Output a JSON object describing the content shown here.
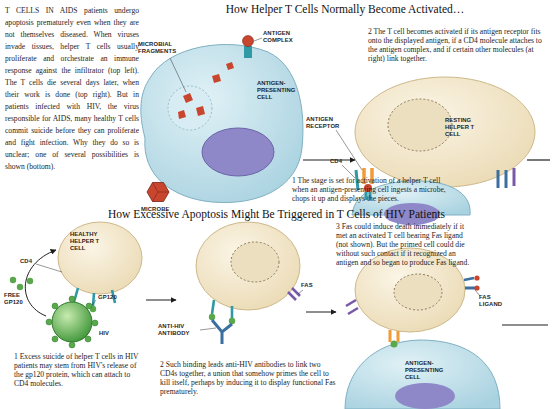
{
  "diagram": {
    "caption": "T CELLS IN AIDS patients undergo apoptosis prematurely even when they are not themselves diseased. When viruses invade tissues, helper T cells usually proliferate and orchestrate an immune response against the infiltrator (top left). The T cells die several days later, when their work is done (top right). But in patients infected with HIV, the virus responsible for AIDS, many healthy T cells commit suicide before they can proliferate and fight infection. Why they do so is unclear; one of several possibilities is shown (bottom).",
    "nodes": [
      {
        "text": [
          "ANTIGEN-PRESENTING CELL"
        ]
      },
      {
        "text": [
          "RESTING HELPER T CELL"
        ]
      },
      {
        "text": [
          "HEALTHY HELPER T CELL"
        ]
      },
      {
        "text": [
          "ANTIGEN-PRESENTING CELL"
        ]
      }
    ],
    "edges": [
      {
        "from": 0,
        "to": 1,
        "arrow": "to"
      }
    ],
    "labels": [
      "How Helper T Cells Normally Become Activated…",
      "MICROBIAL FRAGMENTS",
      "ANTIGEN COMPLEX",
      "1 The stage is set for activation of a helper T cell when an antigen-presenting cell ingests a microbe, chops it up and displays the pieces.",
      "MICROBE",
      "2 The T cell becomes activated if its antigen receptor fits onto the displayed antigen, if a CD4 molecule attaches to the antigen complex, and if certain other molecules (at right) link together.",
      "ANTIGEN RECEPTOR",
      "CD4",
      "How Excessive Apoptosis Might Be Triggered in T Cells of HIV Patients",
      "CD4",
      "FREE GP120",
      "GP120",
      "HIV",
      "1 Excess suicide of helper T cells in HIV patients may stem from HIV's release of the gp120 protein, which can attach to CD4 molecules.",
      "ANTI-HIV ANTIBODY",
      "2 Such binding leads anti-HIV antibodies to link two CD4s together, a union that somehow primes the cell to kill itself, perhaps by inducing it to display functional Fas prematurely.",
      "FAS",
      "3 Fas could induce death immediately if it met an activated T cell bearing Fas ligand (not shown). But the primed cell could die without such contact if it recognized an antigen and so began to produce Fas ligand.",
      "FAS LIGAND"
    ]
  }
}
